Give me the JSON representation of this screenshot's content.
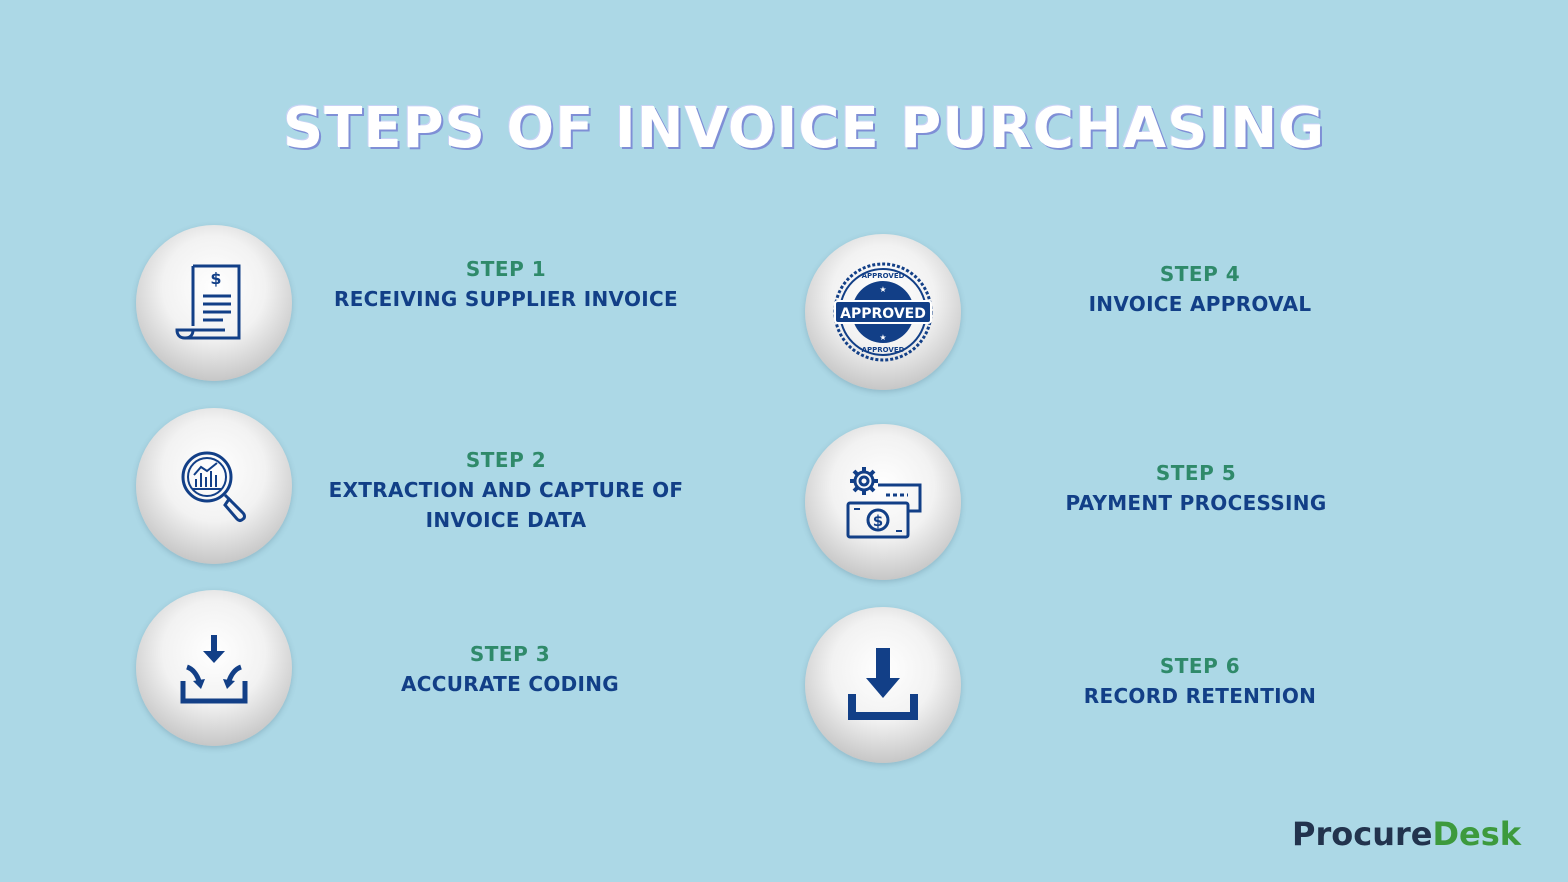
{
  "title": "STEPS OF INVOICE PURCHASING",
  "steps": [
    {
      "num": "STEP 1",
      "label": "RECEIVING SUPPLIER INVOICE",
      "icon": "invoice-document-icon"
    },
    {
      "num": "STEP 2",
      "label": "EXTRACTION AND CAPTURE OF INVOICE DATA",
      "icon": "magnifier-chart-icon"
    },
    {
      "num": "STEP 3",
      "label": "ACCURATE CODING",
      "icon": "inbox-arrows-icon"
    },
    {
      "num": "STEP 4",
      "label": "INVOICE APPROVAL",
      "icon": "approved-stamp-icon",
      "stamp_main": "APPROVED",
      "stamp_ring": "APPROVED"
    },
    {
      "num": "STEP 5",
      "label": "PAYMENT PROCESSING",
      "icon": "gear-payment-icon"
    },
    {
      "num": "STEP 6",
      "label": "RECORD RETENTION",
      "icon": "download-icon"
    }
  ],
  "logo": {
    "part1": "Procure",
    "part2": "Desk"
  },
  "colors": {
    "background": "#acd8e6",
    "step_number": "#2f8a6a",
    "step_label": "#123f87",
    "icon": "#123f87"
  }
}
